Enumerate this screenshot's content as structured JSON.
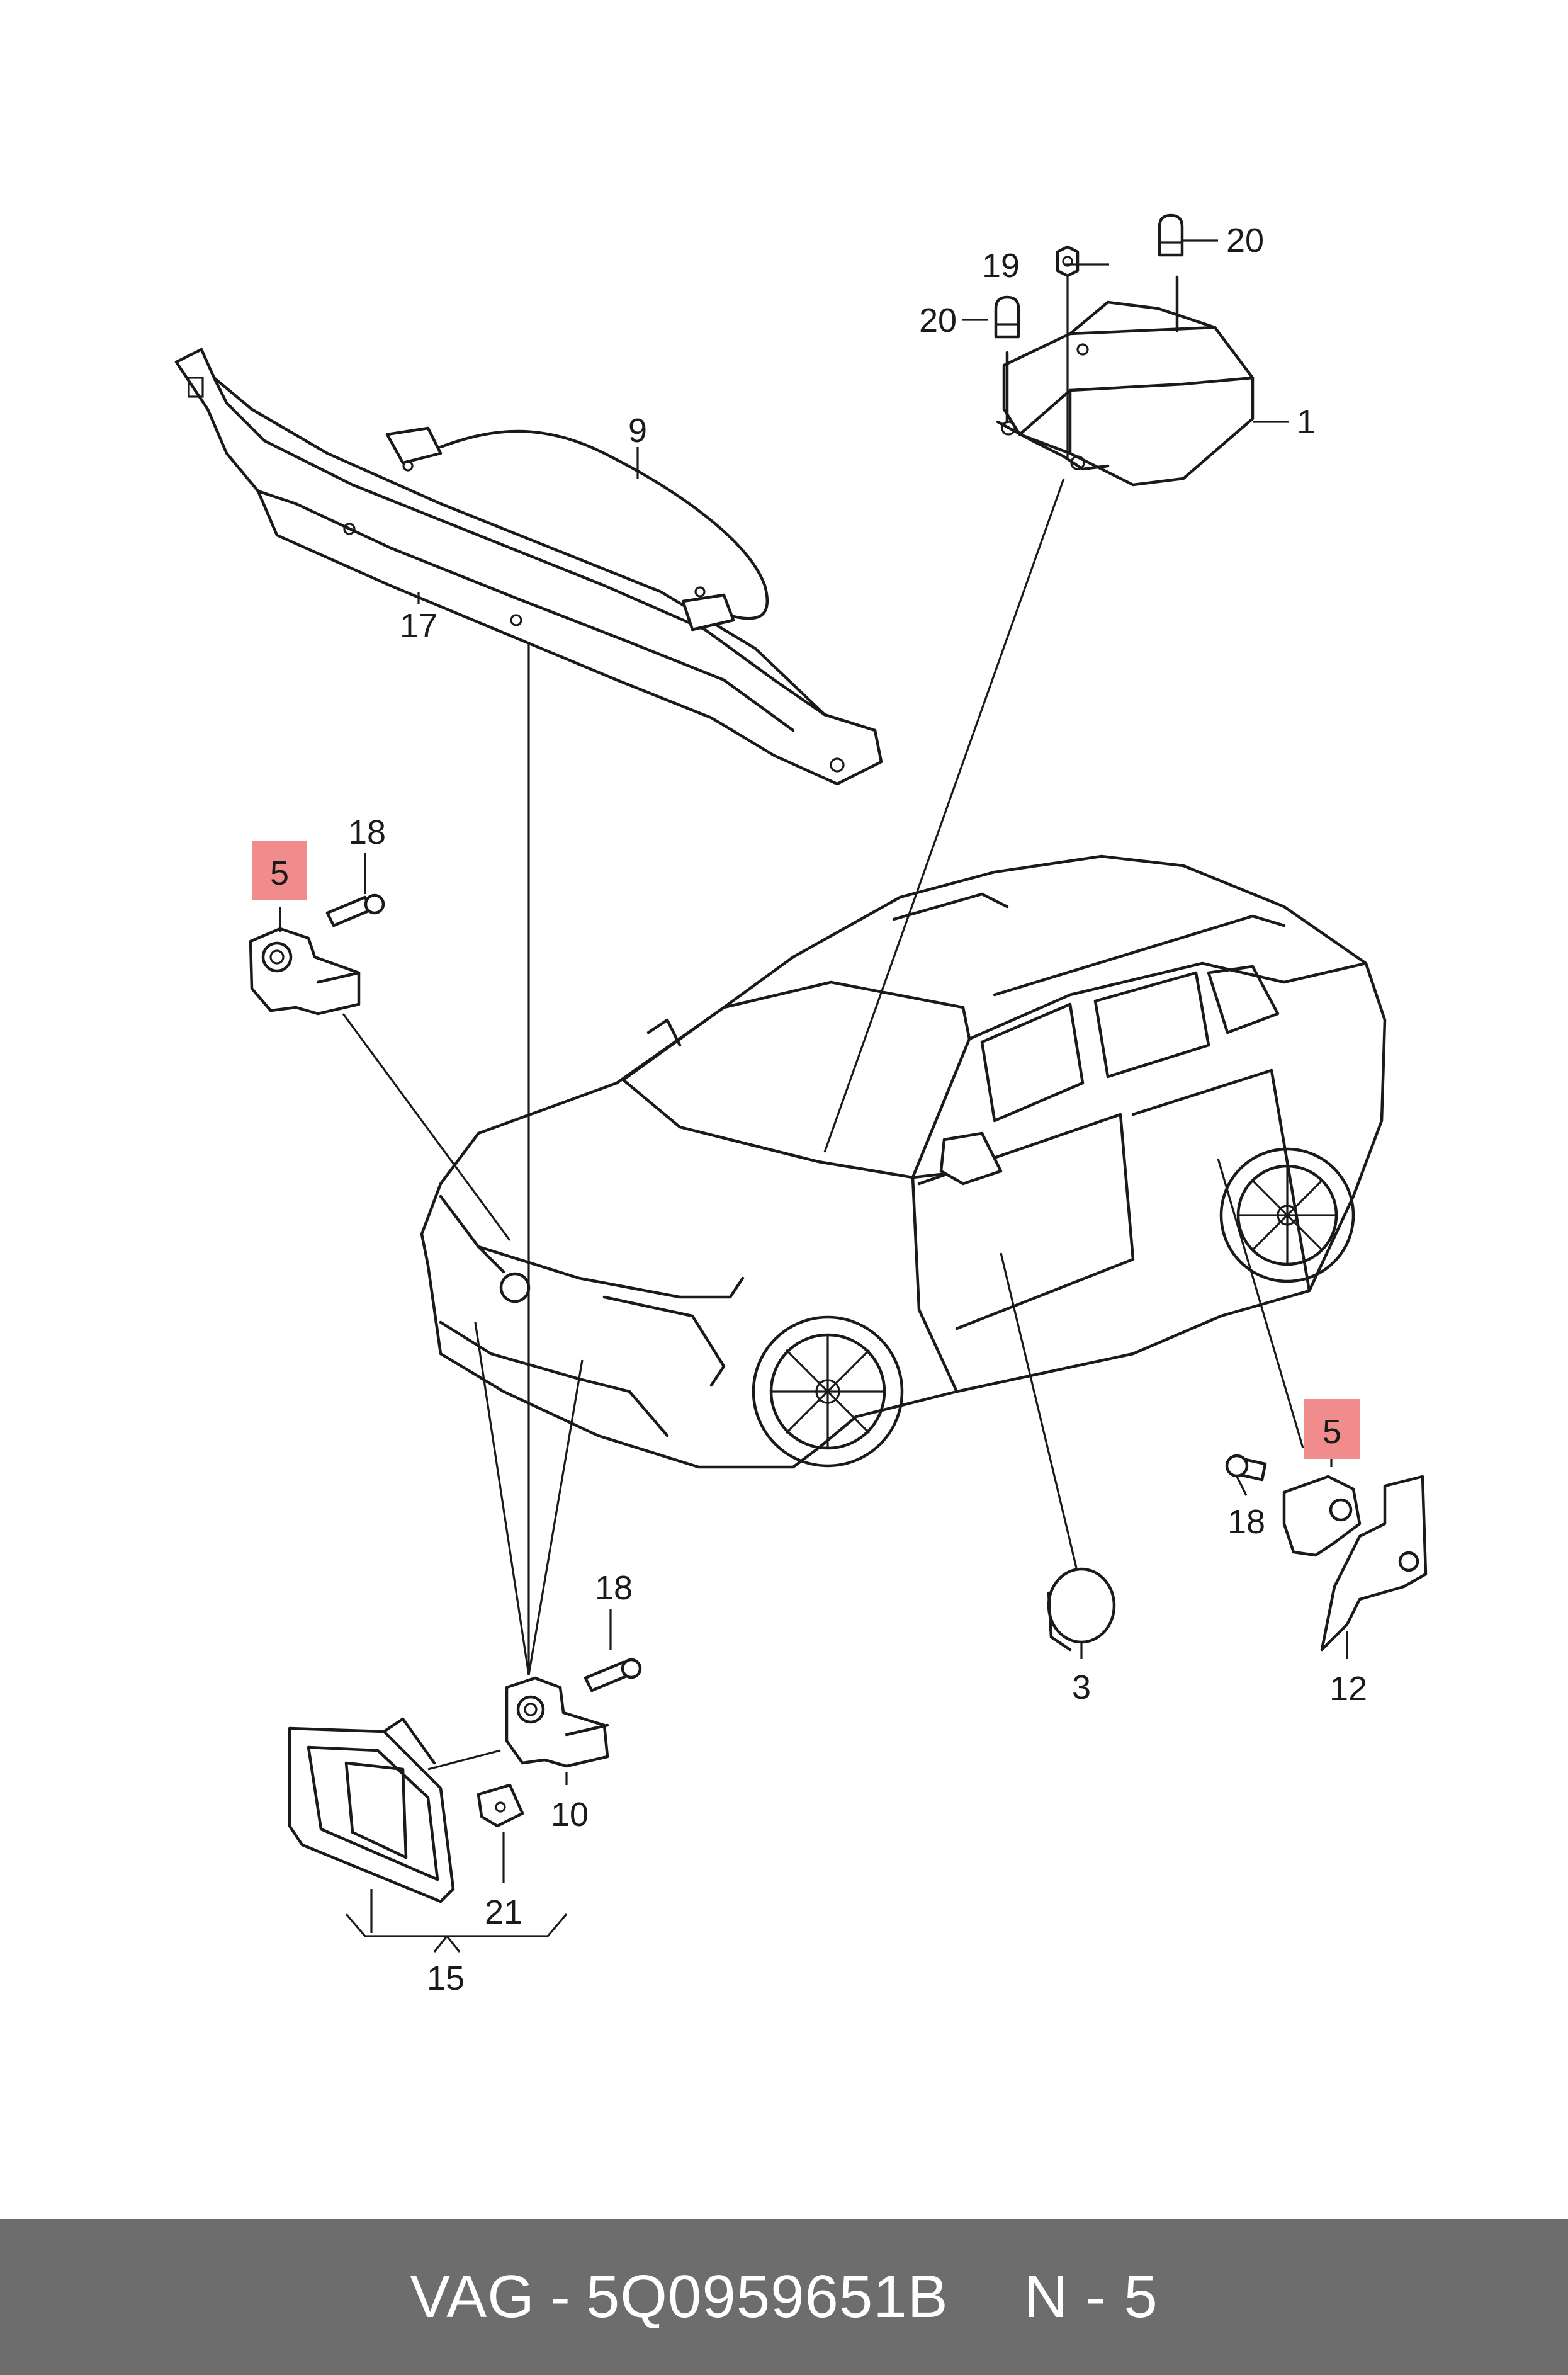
{
  "diagram": {
    "callouts": [
      {
        "id": "c1",
        "label": "1"
      },
      {
        "id": "c3",
        "label": "3"
      },
      {
        "id": "c5a",
        "label": "5",
        "highlight": true
      },
      {
        "id": "c5b",
        "label": "5",
        "highlight": true
      },
      {
        "id": "c9",
        "label": "9"
      },
      {
        "id": "c10",
        "label": "10"
      },
      {
        "id": "c12",
        "label": "12"
      },
      {
        "id": "c15",
        "label": "15"
      },
      {
        "id": "c17",
        "label": "17"
      },
      {
        "id": "c18a",
        "label": "18"
      },
      {
        "id": "c18b",
        "label": "18"
      },
      {
        "id": "c18c",
        "label": "18"
      },
      {
        "id": "c19",
        "label": "19"
      },
      {
        "id": "c20a",
        "label": "20"
      },
      {
        "id": "c20b",
        "label": "20"
      },
      {
        "id": "c21",
        "label": "21"
      }
    ],
    "highlight_color": "#f08c8c",
    "line_color": "#1a1a1a"
  },
  "footer": {
    "brand": "VAG",
    "separator": "-",
    "part_number": "5Q0959651B",
    "position": "N - 5",
    "background_color": "#6d6d6d"
  }
}
